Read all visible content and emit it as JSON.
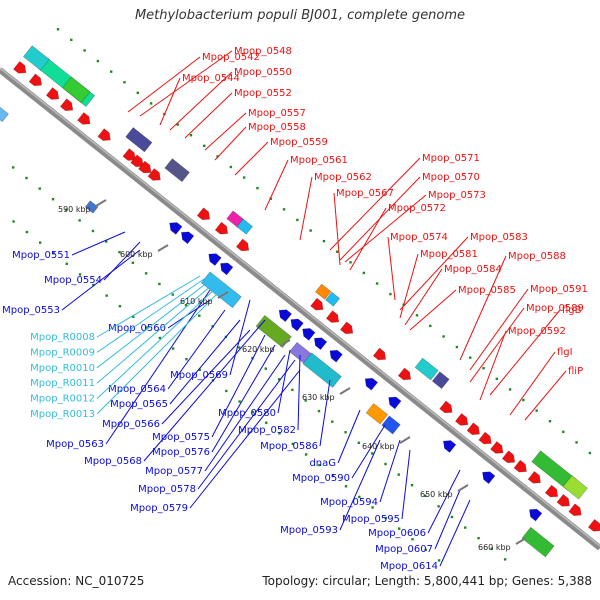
{
  "title": "Methylobacterium populi BJ001, complete genome",
  "accession": "Accession: NC_010725",
  "topology": "Topology: circular; Length: 5,800,441 bp; Genes: 5,388",
  "colors": {
    "forward": "#ee1111",
    "reverse": "#0a0ad8",
    "rna": "#33bbdd",
    "backbone": "#8a8a8a",
    "tick": "#228822"
  },
  "scale_labels": [
    "590 kbp",
    "600 kbp",
    "610 kbp",
    "620 kbp",
    "630 kbp",
    "640 kbp",
    "650 kbp",
    "660 kbp"
  ],
  "forward_labels": [
    "Mpop_0542",
    "Mpop_0548",
    "Mpop_0544",
    "Mpop_0550",
    "Mpop_0552",
    "Mpop_0557",
    "Mpop_0558",
    "Mpop_0559",
    "Mpop_0561",
    "Mpop_0571",
    "Mpop_0562",
    "Mpop_0570",
    "Mpop_0567",
    "Mpop_0573",
    "Mpop_0572",
    "Mpop_0574",
    "Mpop_0583",
    "Mpop_0581",
    "Mpop_0588",
    "Mpop_0584",
    "Mpop_0591",
    "Mpop_0585",
    "Mpop_0589",
    "flgB",
    "Mpop_0592",
    "flgI",
    "fliP"
  ],
  "reverse_labels": [
    "Mpop_0551",
    "Mpop_0554",
    "Mpop_0553",
    "Mpop_0560",
    "Mpop_0564",
    "Mpop_0569",
    "Mpop_0565",
    "Mpop_0566",
    "Mpop_0580",
    "Mpop_0575",
    "Mpop_0582",
    "Mpop_0576",
    "Mpop_0586",
    "Mpop_0563",
    "Mpop_0568",
    "Mpop_0577",
    "dnaG",
    "Mpop_0590",
    "Mpop_0578",
    "Mpop_0579",
    "Mpop_0594",
    "Mpop_0595",
    "Mpop_0593",
    "Mpop_0606",
    "Mpop_0607",
    "Mpop_0614"
  ],
  "rna_labels": [
    "Mpop_R0008",
    "Mpop_R0009",
    "Mpop_R0010",
    "Mpop_R0011",
    "Mpop_R0012",
    "Mpop_R0013"
  ]
}
